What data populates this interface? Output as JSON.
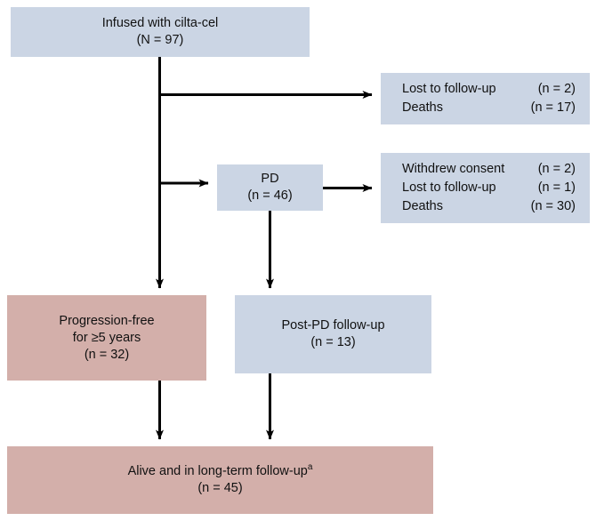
{
  "figure": {
    "type": "flow-diagram",
    "title": "Patient disposition flow diagram",
    "colors": {
      "blue_box": "#cbd5e4",
      "pink_box": "#d3afaa",
      "connector": "#000000",
      "text": "#111111",
      "background": "#ffffff"
    }
  },
  "nodes": {
    "infused": {
      "label": "Infused with cilta-cel",
      "count": "(N = 97)"
    },
    "early_dropout": {
      "rows": [
        {
          "label": "Lost to follow-up",
          "count": "(n = 2)"
        },
        {
          "label": "Deaths",
          "count": "(n = 17)"
        }
      ]
    },
    "pd": {
      "label": "PD",
      "count": "(n = 46)"
    },
    "post_pd_dropout": {
      "rows": [
        {
          "label": "Withdrew consent",
          "count": "(n = 2)"
        },
        {
          "label": "Lost to follow-up",
          "count": "(n = 1)"
        },
        {
          "label": "Deaths",
          "count": "(n = 30)"
        }
      ]
    },
    "progression_free": {
      "line1": "Progression-free",
      "line2": "for ≥5 years",
      "count": "(n = 32)"
    },
    "post_pd_followup": {
      "label": "Post-PD follow-up",
      "count": "(n = 13)"
    },
    "alive": {
      "label": "Alive and in long-term follow-up",
      "footnote_marker": "a",
      "count": "(n = 45)"
    }
  },
  "edges": [
    {
      "name": "infused-to-early-dropout",
      "from": "infused",
      "to": "early_dropout"
    },
    {
      "name": "infused-to-pd",
      "from": "infused",
      "to": "pd"
    },
    {
      "name": "infused-to-progression-free",
      "from": "infused",
      "to": "progression_free"
    },
    {
      "name": "pd-to-post-pd-dropout",
      "from": "pd",
      "to": "post_pd_dropout"
    },
    {
      "name": "pd-to-post-pd-followup",
      "from": "pd",
      "to": "post_pd_followup"
    },
    {
      "name": "progression-free-to-alive",
      "from": "progression_free",
      "to": "alive"
    },
    {
      "name": "post-pd-followup-to-alive",
      "from": "post_pd_followup",
      "to": "alive"
    }
  ]
}
